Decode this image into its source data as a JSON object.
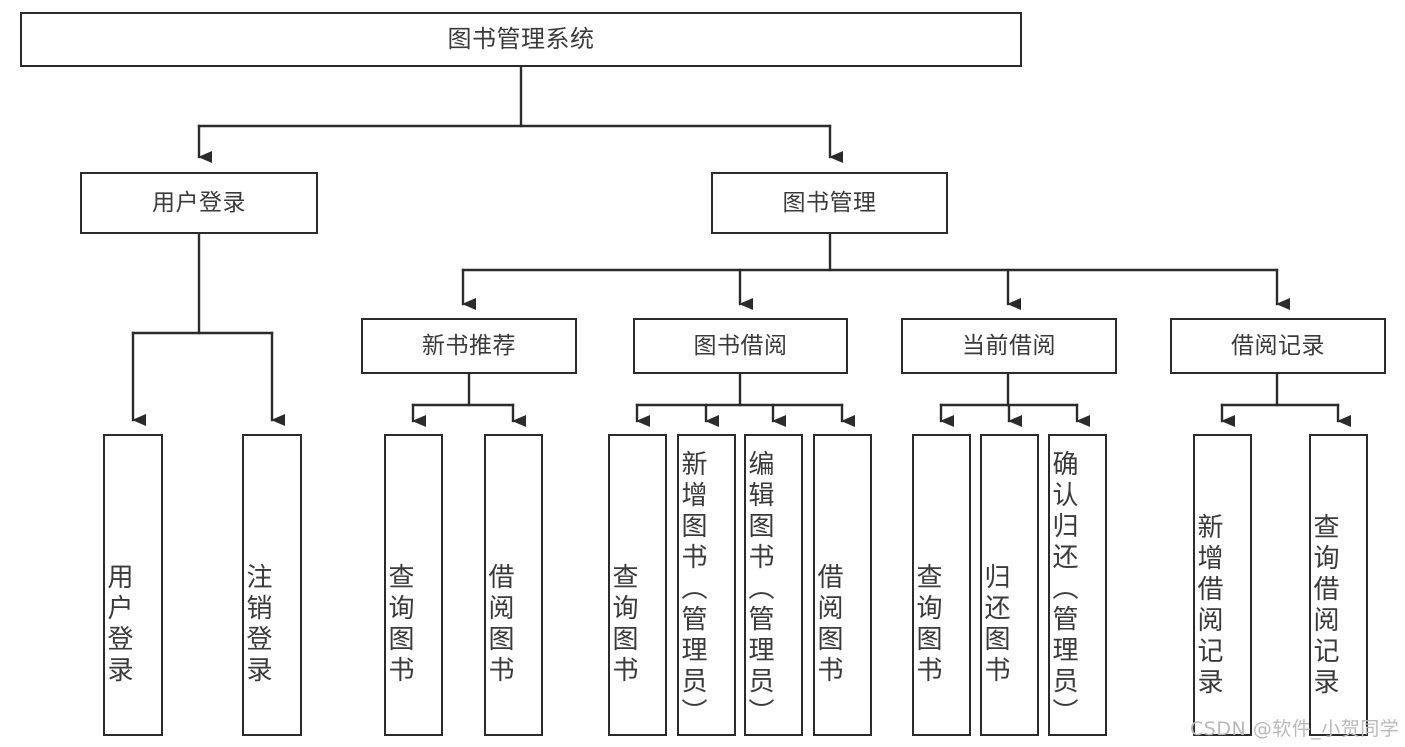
{
  "diagram": {
    "title": "图书管理系统",
    "type": "tree-hierarchy",
    "watermark": "CSDN @软件_小贺同学",
    "colors": {
      "background": "#ffffff",
      "node_border": "#2b2b2b",
      "node_fill": "#ffffff",
      "text": "#3a3a3a",
      "edge": "#2b2b2b",
      "watermark": "#b9b9b9"
    },
    "nodes": {
      "root": {
        "label": "图书管理系统"
      },
      "level2": [
        {
          "id": "user-login",
          "label": "用户登录"
        },
        {
          "id": "book-manage",
          "label": "图书管理"
        }
      ],
      "level3": [
        {
          "id": "new-book-rec",
          "label": "新书推荐"
        },
        {
          "id": "book-borrow",
          "label": "图书借阅"
        },
        {
          "id": "current-borrow",
          "label": "当前借阅"
        },
        {
          "id": "borrow-record",
          "label": "借阅记录"
        }
      ],
      "leaves": {
        "user_login": [
          {
            "id": "leaf-user-login",
            "label": "用户登录"
          },
          {
            "id": "leaf-logout",
            "label": "注销登录"
          }
        ],
        "new_book_rec": [
          {
            "id": "leaf-query-book-1",
            "label": "查询图书"
          },
          {
            "id": "leaf-borrow-book-1",
            "label": "借阅图书"
          }
        ],
        "book_borrow": [
          {
            "id": "leaf-query-book-2",
            "label": "查询图书"
          },
          {
            "id": "leaf-add-book",
            "label": "新增图书（管理员）"
          },
          {
            "id": "leaf-edit-book",
            "label": "编辑图书（管理员）"
          },
          {
            "id": "leaf-borrow-book-2",
            "label": "借阅图书"
          }
        ],
        "current_borrow": [
          {
            "id": "leaf-query-book-3",
            "label": "查询图书"
          },
          {
            "id": "leaf-return-book",
            "label": "归还图书"
          },
          {
            "id": "leaf-confirm-return",
            "label": "确认归还（管理员）"
          }
        ],
        "borrow_record": [
          {
            "id": "leaf-add-record",
            "label": "新增借阅记录"
          },
          {
            "id": "leaf-query-record",
            "label": "查询借阅记录"
          }
        ]
      }
    }
  }
}
